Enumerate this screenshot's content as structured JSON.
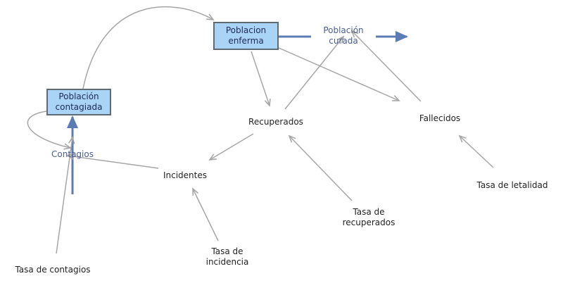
{
  "stocks": {
    "poblacion_contagiada": "Población contagiada",
    "poblacion_enferma": "Poblacion enferma"
  },
  "flows": {
    "contagios": "Contagios",
    "poblacion_curada": "Población curada"
  },
  "variables": {
    "incidentes": "Incidentes",
    "recuperados": "Recuperados",
    "fallecidos": "Fallecidos",
    "tasa_contagios": "Tasa de contagios",
    "tasa_incidencia": "Tasa de incidencia",
    "tasa_recuperados": "Tasa de recuperados",
    "tasa_letalidad": "Tasa de letalidad"
  },
  "colors": {
    "stock_fill": "#aad4f5",
    "stock_border": "#5f6a72",
    "flow_pipe": "#5b7bb5",
    "link": "#a6a6a6",
    "flow_text": "#4a5d8f"
  }
}
